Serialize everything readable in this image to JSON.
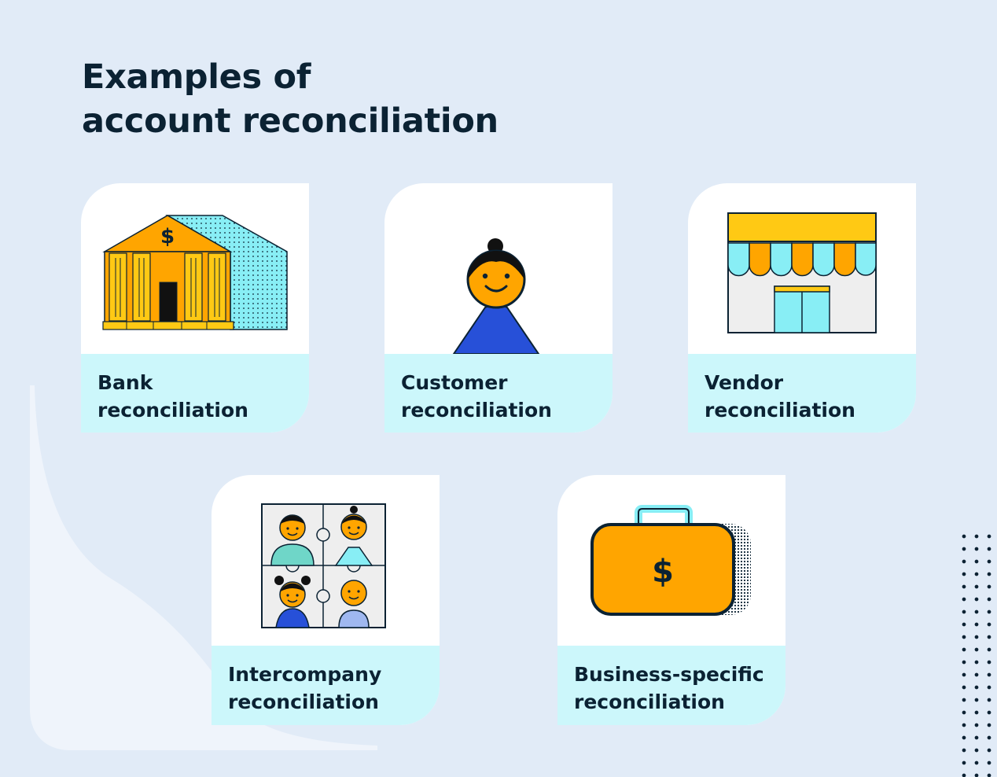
{
  "title": {
    "line1": "Examples of",
    "line2": "account reconciliation"
  },
  "cards": [
    {
      "id": "bank",
      "line1": "Bank",
      "line2": "reconciliation",
      "icon": "bank-building-icon"
    },
    {
      "id": "customer",
      "line1": "Customer",
      "line2": "reconciliation",
      "icon": "customer-person-icon"
    },
    {
      "id": "vendor",
      "line1": "Vendor",
      "line2": "reconciliation",
      "icon": "storefront-icon"
    },
    {
      "id": "intercompany",
      "line1": "Intercompany",
      "line2": "reconciliation",
      "icon": "puzzle-team-icon"
    },
    {
      "id": "business",
      "line1": "Business-specific",
      "line2": "reconciliation",
      "icon": "money-briefcase-icon"
    }
  ],
  "icons": {
    "dollar_sign": "$"
  },
  "colors": {
    "background": "#e1ebf7",
    "label_bg": "#ccf7fb",
    "text": "#0b2233",
    "orange": "#ffa500",
    "yellow": "#ffc914",
    "cyan": "#88eef5",
    "blue": "#2750d8"
  }
}
